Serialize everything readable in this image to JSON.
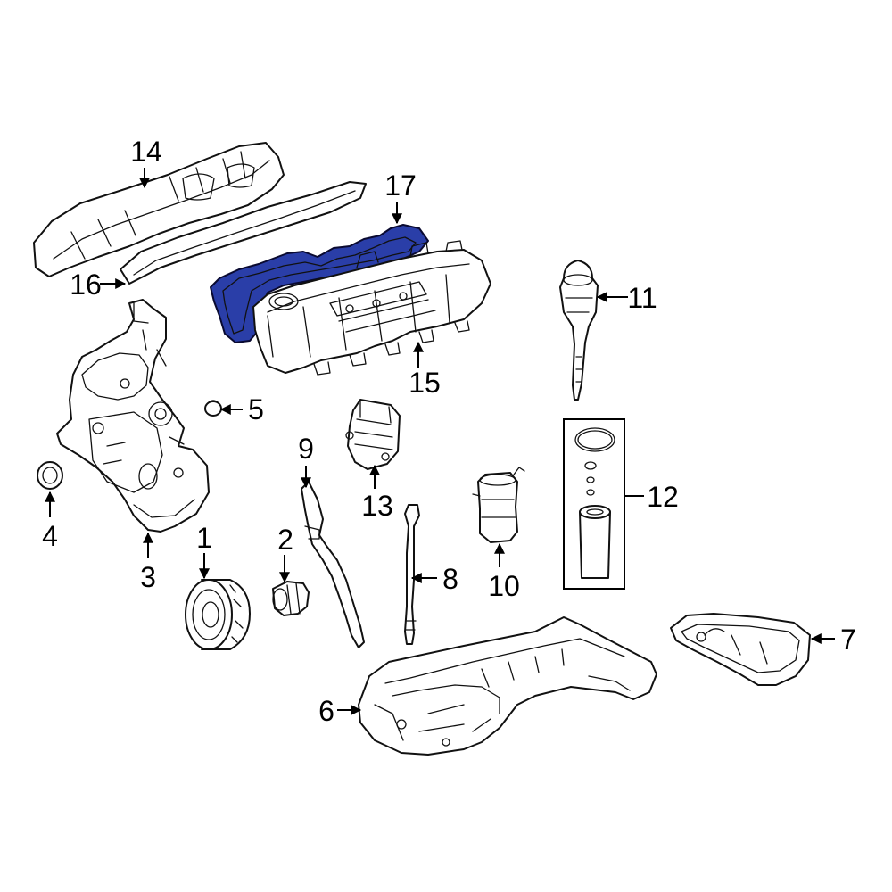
{
  "colors": {
    "highlight": "#2a3ea8",
    "line": "#111111",
    "background": "#ffffff"
  },
  "callouts": {
    "c1": "1",
    "c2": "2",
    "c3": "3",
    "c4": "4",
    "c5": "5",
    "c6": "6",
    "c7": "7",
    "c8": "8",
    "c9": "9",
    "c10": "10",
    "c11": "11",
    "c12": "12",
    "c13": "13",
    "c14": "14",
    "c15": "15",
    "c16": "16",
    "c17": "17"
  },
  "highlighted_part": "17"
}
